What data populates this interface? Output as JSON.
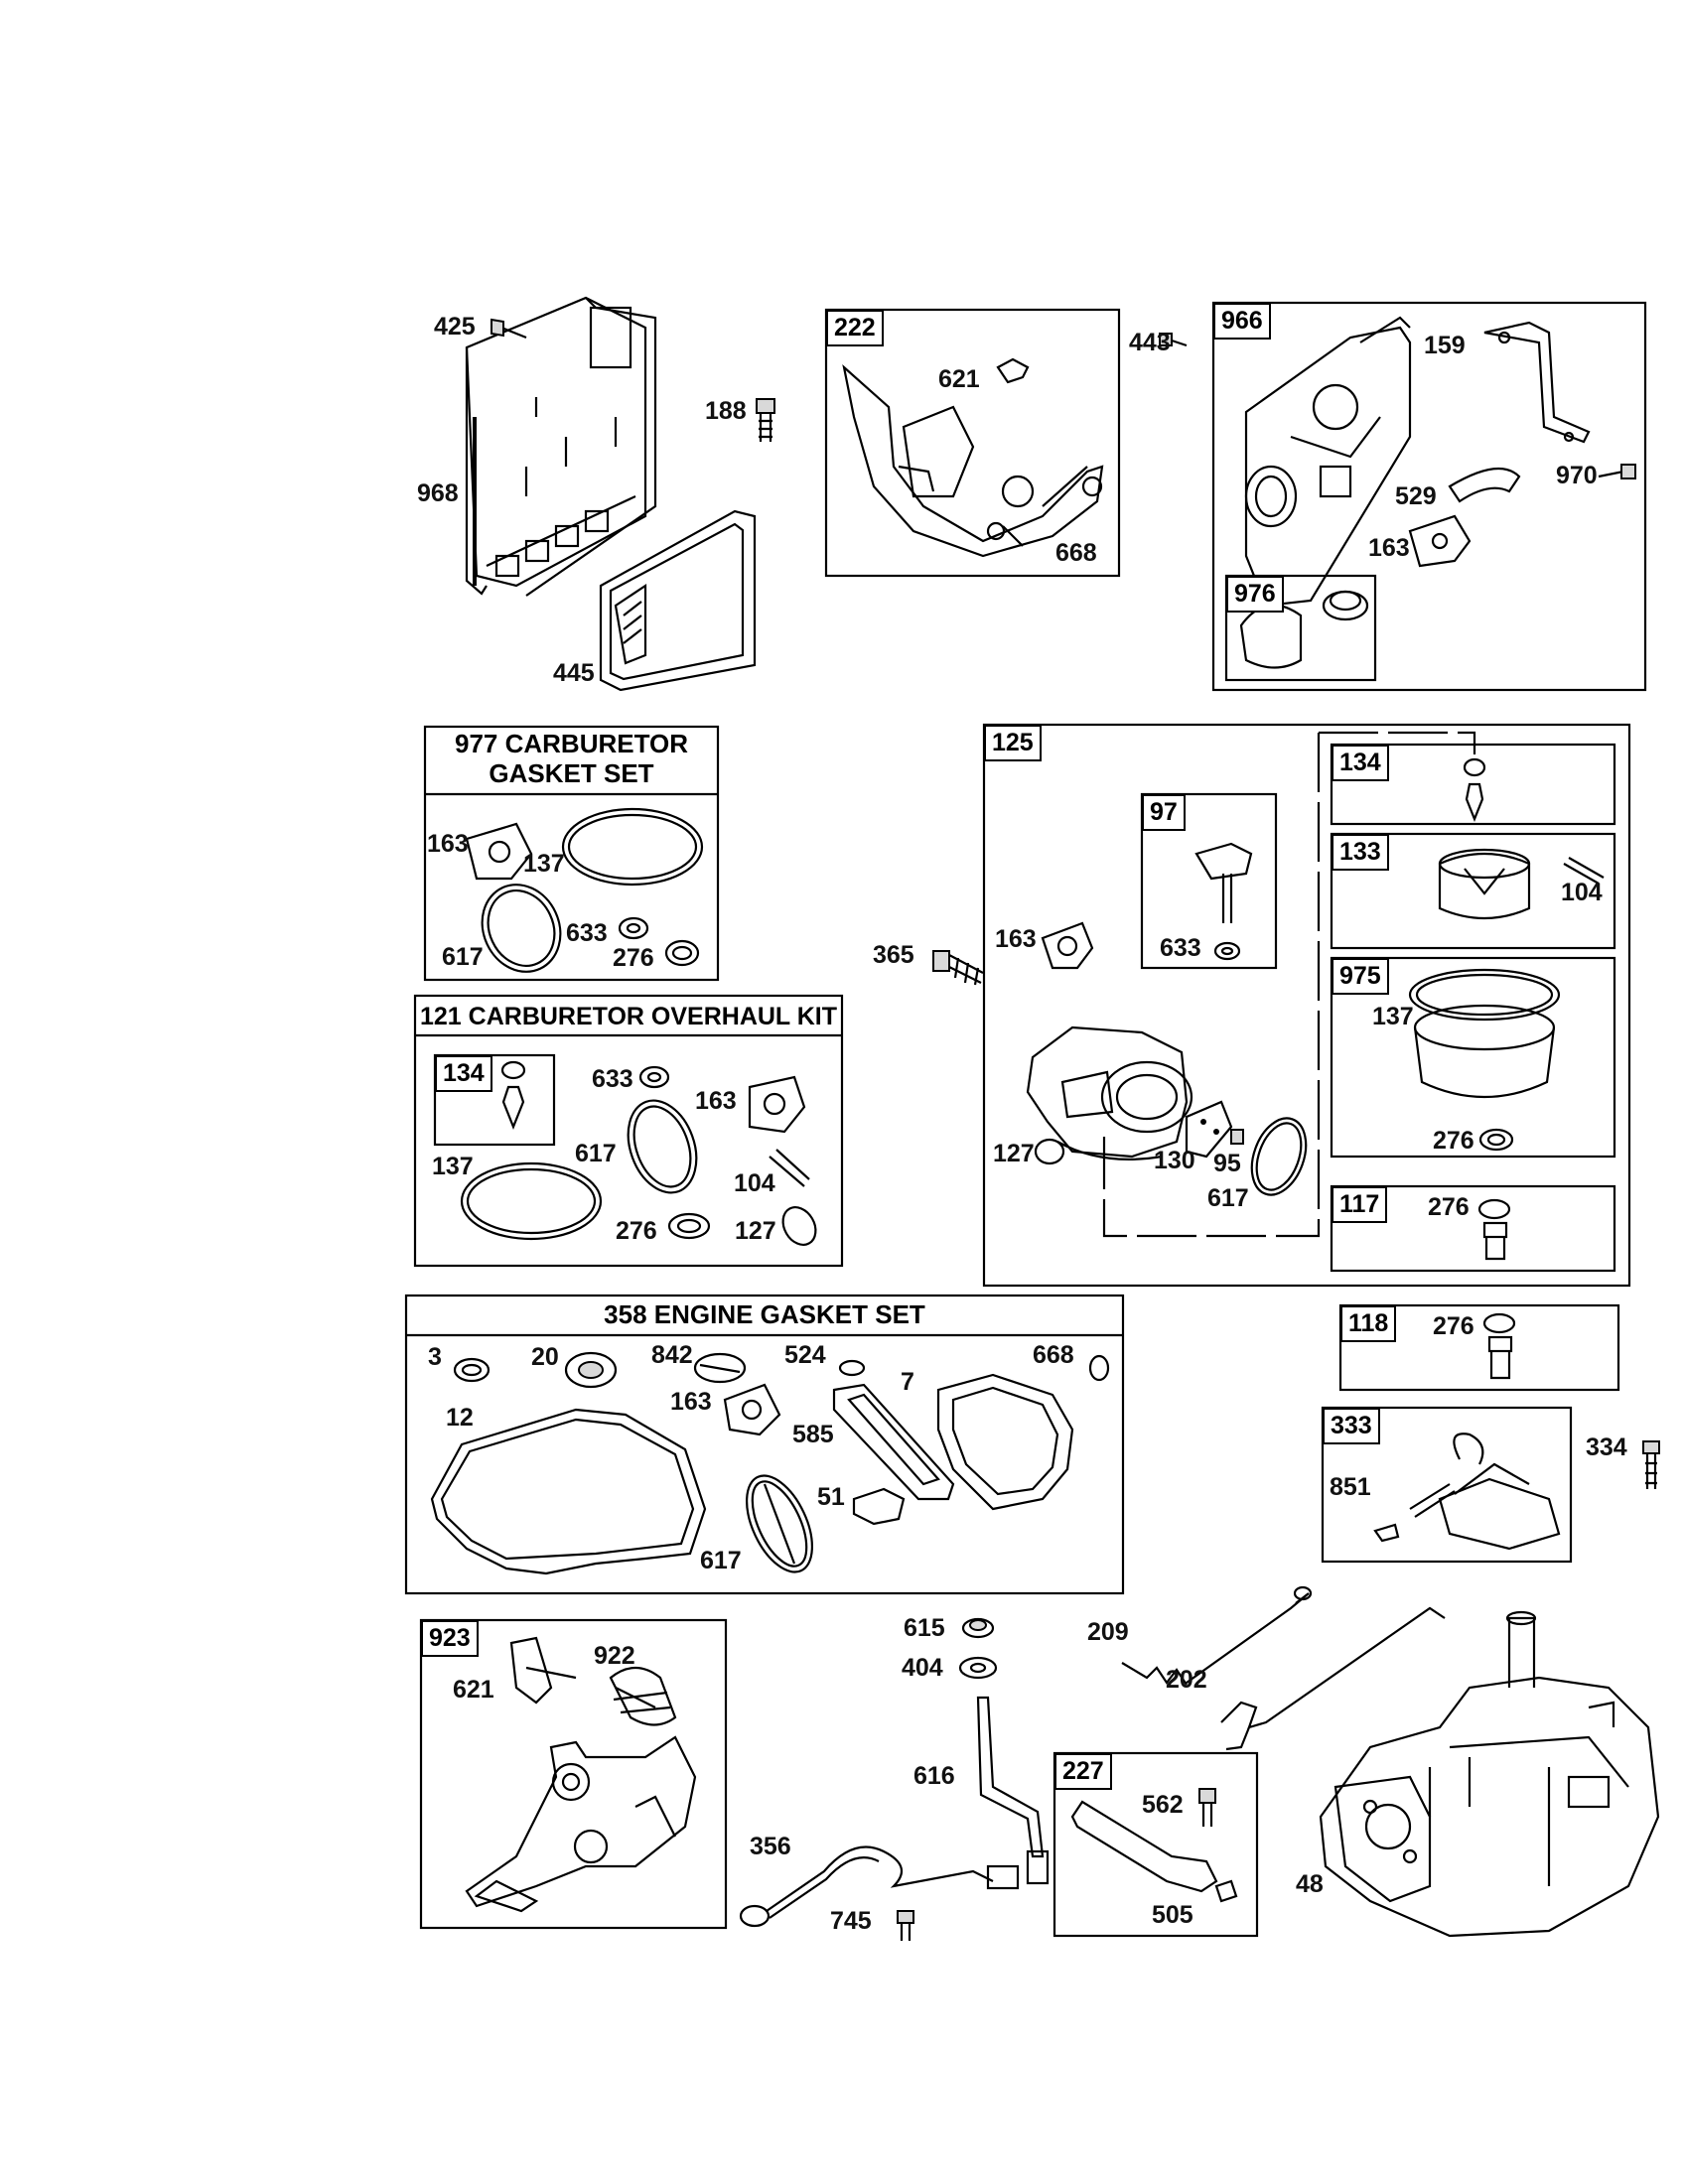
{
  "boxes": {
    "b222": "222",
    "b966": "966",
    "b976": "976",
    "b125": "125",
    "b97": "97",
    "b134": "134",
    "b133": "133",
    "b975": "975",
    "b117": "117",
    "b118": "118",
    "b333": "333",
    "b923": "923",
    "b227": "227",
    "b134kit": "134"
  },
  "kits": {
    "k977": "977 CARBURETOR\nGASKET SET",
    "k121": "121 CARBURETOR OVERHAUL KIT",
    "k358": "358 ENGINE GASKET SET"
  },
  "parts": {
    "p425": "425",
    "p188": "188",
    "p968": "968",
    "p445": "445",
    "p621a": "621",
    "p668a": "668",
    "p443": "443",
    "p159": "159",
    "p529": "529",
    "p970": "970",
    "p163a": "163",
    "p163b": "163",
    "p137a": "137",
    "p617a": "617",
    "p633a": "633",
    "p276a": "276",
    "p365": "365",
    "p163c": "163",
    "p633b": "633",
    "p127a": "127",
    "p130": "130",
    "p95": "95",
    "p617b": "617",
    "p104a": "104",
    "p137b": "137",
    "p276b": "276",
    "p276c": "276",
    "p276d": "276",
    "p633c": "633",
    "p163d": "163",
    "p617c": "617",
    "p137c": "137",
    "p104b": "104",
    "p276e": "276",
    "p127b": "127",
    "p3": "3",
    "p20": "20",
    "p842": "842",
    "p524": "524",
    "p7": "7",
    "p668b": "668",
    "p12": "12",
    "p163e": "163",
    "p585": "585",
    "p51": "51",
    "p617d": "617",
    "p851": "851",
    "p334": "334",
    "p621b": "621",
    "p922": "922",
    "p615": "615",
    "p404": "404",
    "p616": "616",
    "p356": "356",
    "p745": "745",
    "p209": "209",
    "p202": "202",
    "p562": "562",
    "p505": "505",
    "p48": "48"
  }
}
